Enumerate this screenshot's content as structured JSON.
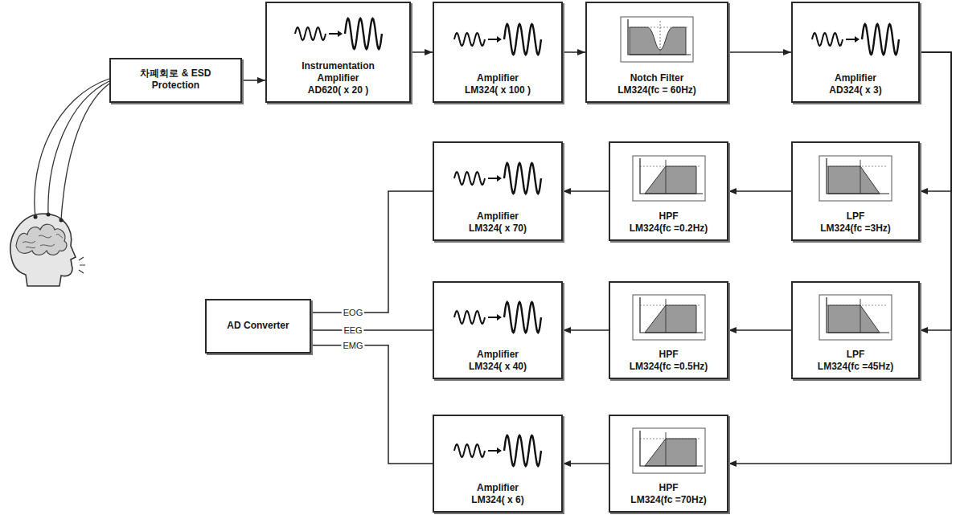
{
  "diagram": {
    "nodes": [
      {
        "text": [
          "차폐회로 & ESD Protection"
        ]
      },
      {
        "text": [
          "Instrumentation Amplifier",
          "AD620( x 20 )"
        ]
      },
      {
        "text": [
          "Amplifier",
          "LM324( x 100 )"
        ]
      },
      {
        "text": [
          "Notch Filter",
          "LM324(fc = 60Hz)"
        ]
      },
      {
        "text": [
          "Amplifier",
          "AD324( x 3)"
        ]
      },
      {
        "text": [
          "Amplifier",
          "LM324( x 70)"
        ]
      },
      {
        "text": [
          "HPF",
          "LM324(fc =0.2Hz)"
        ]
      },
      {
        "text": [
          "LPF",
          "LM324(fc =3Hz)"
        ]
      },
      {
        "text": [
          "AD Converter"
        ]
      },
      {
        "text": [
          "Amplifier",
          "LM324( x 40)"
        ]
      },
      {
        "text": [
          "HPF",
          "LM324(fc =0.5Hz)"
        ]
      },
      {
        "text": [
          "LPF",
          "LM324(fc =45Hz)"
        ]
      },
      {
        "text": [
          "Amplifier",
          "LM324( x 6)"
        ]
      },
      {
        "text": [
          "HPF",
          "LM324(fc =70Hz)"
        ]
      }
    ],
    "edges": [
      {
        "from": 0,
        "to": 1,
        "arrow": "to"
      },
      {
        "from": 1,
        "to": 2,
        "arrow": "to"
      },
      {
        "from": 2,
        "to": 3,
        "arrow": "to"
      },
      {
        "from": 3,
        "to": 4,
        "arrow": "to"
      },
      {
        "from": 4,
        "to": 7,
        "arrow": "to"
      },
      {
        "from": 4,
        "to": 11,
        "arrow": "to"
      },
      {
        "from": 4,
        "to": 13,
        "arrow": "to"
      },
      {
        "from": 7,
        "to": 6,
        "arrow": "to"
      },
      {
        "from": 6,
        "to": 5,
        "arrow": "to"
      },
      {
        "from": 5,
        "to": 8,
        "label": "EOG",
        "arrow": "none"
      },
      {
        "from": 11,
        "to": 10,
        "arrow": "to"
      },
      {
        "from": 10,
        "to": 9,
        "arrow": "to"
      },
      {
        "from": 9,
        "to": 8,
        "label": "EEG",
        "arrow": "none"
      },
      {
        "from": 13,
        "to": 12,
        "arrow": "to"
      },
      {
        "from": 12,
        "to": 8,
        "label": "EMG",
        "arrow": "none"
      }
    ]
  }
}
